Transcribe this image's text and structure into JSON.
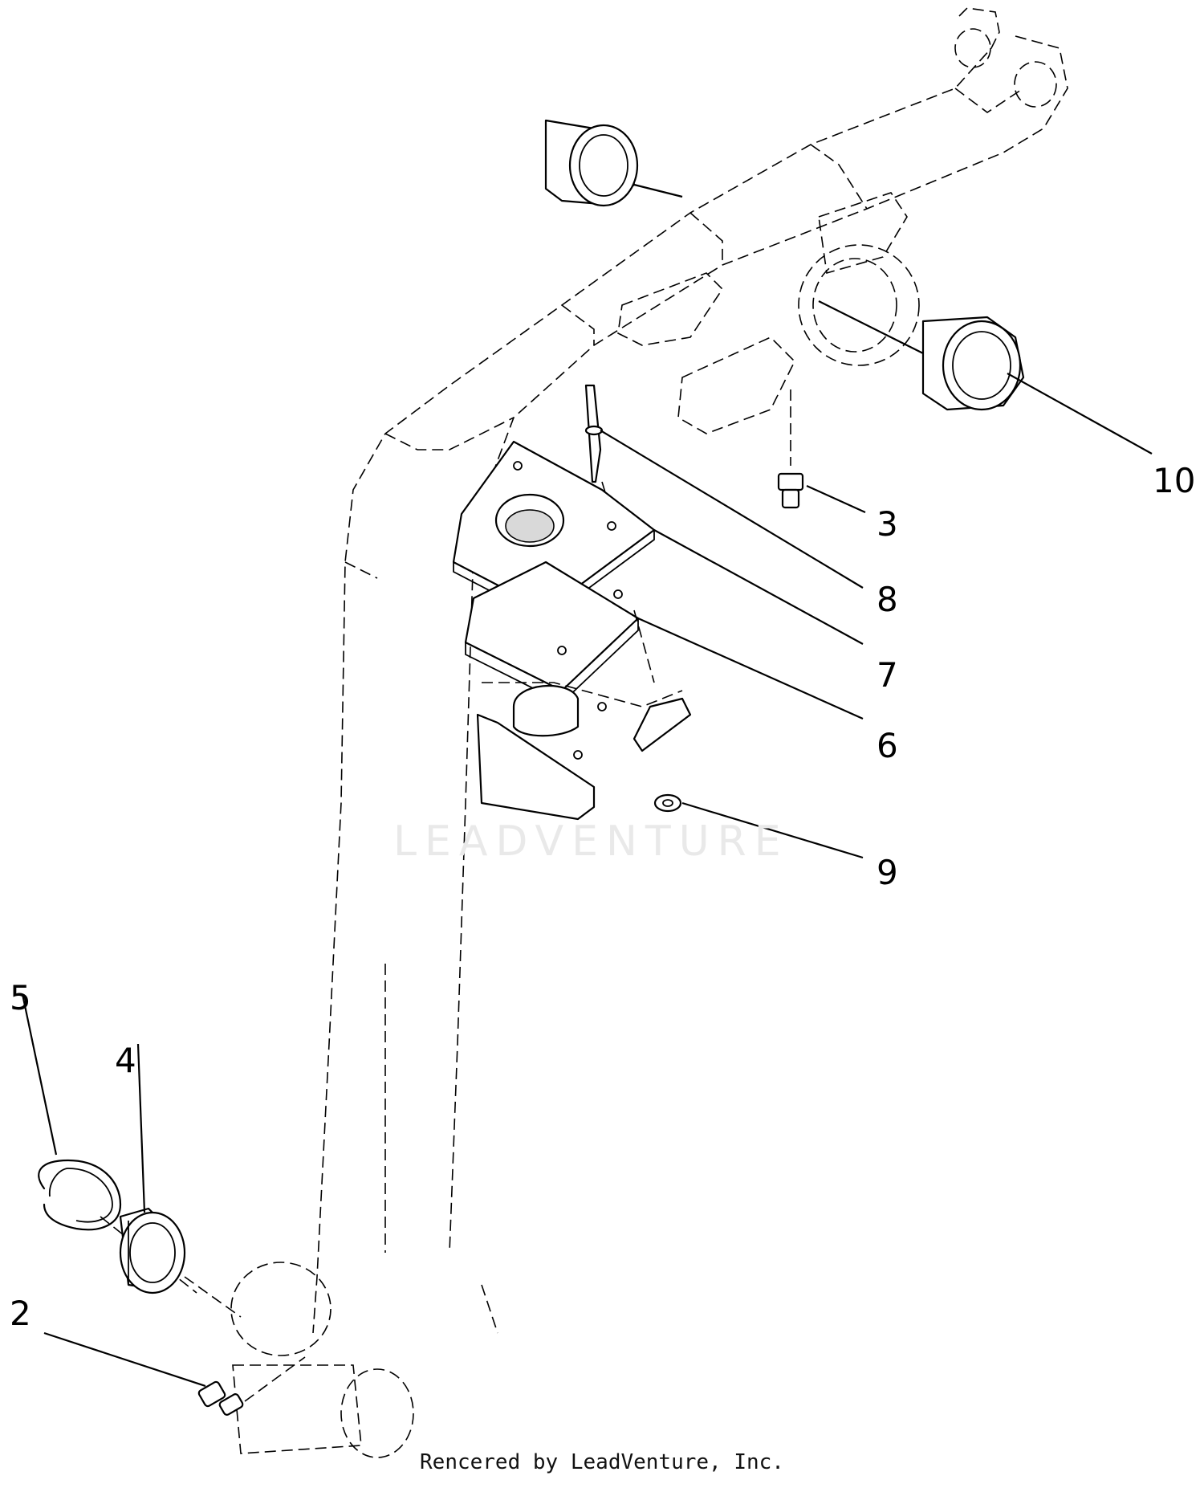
{
  "callouts": {
    "c2": "2",
    "c3": "3",
    "c4": "4",
    "c5": "5",
    "c6": "6",
    "c7": "7",
    "c8": "8",
    "c9": "9",
    "c10": "10"
  },
  "watermark": "LEADVENTURE",
  "credit": "Rencered by LeadVenture, Inc."
}
